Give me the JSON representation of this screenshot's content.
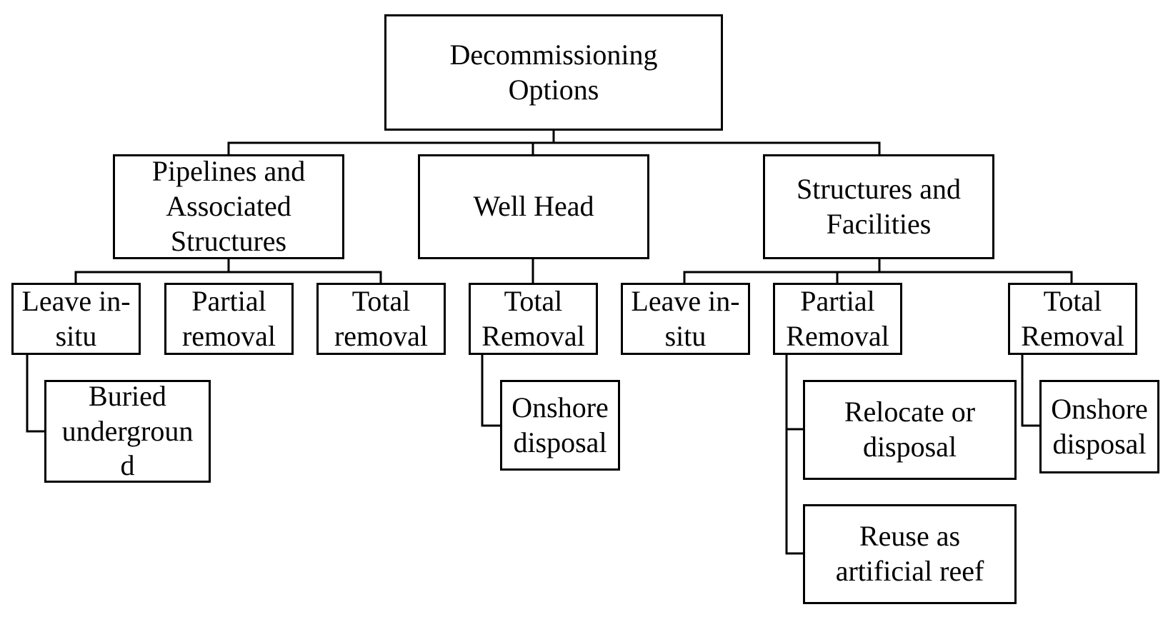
{
  "diagram": {
    "root": "Decommissioning\nOptions",
    "categories": {
      "pipelines": "Pipelines and\nAssociated\nStructures",
      "wellhead": "Well Head",
      "structures": "Structures and\nFacilities"
    },
    "pipelines_options": {
      "leave_insitu": "Leave in-\nsitu",
      "partial_removal": "Partial\nremoval",
      "total_removal": "Total\nremoval",
      "buried": "Buried\nundergroun\nd"
    },
    "wellhead_options": {
      "total_removal": "Total\nRemoval",
      "onshore_disposal": "Onshore\ndisposal"
    },
    "structures_options": {
      "leave_insitu": "Leave in-\nsitu",
      "partial_removal": "Partial\nRemoval",
      "total_removal": "Total\nRemoval",
      "relocate": "Relocate or\ndisposal",
      "reuse": "Reuse as\nartificial reef",
      "onshore_disposal": "Onshore\ndisposal"
    }
  }
}
